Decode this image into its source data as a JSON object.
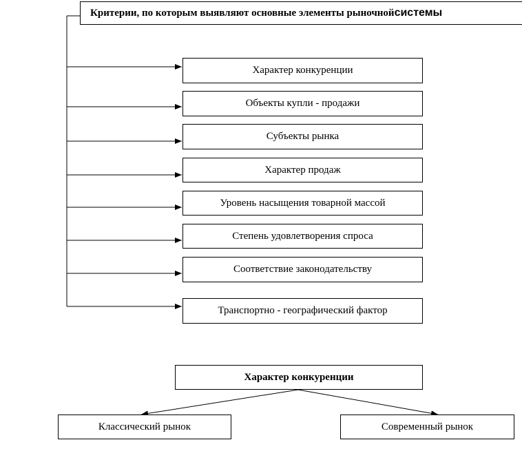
{
  "title": {
    "text": "Критерии, по которым выявляют основные элементы рыночной ",
    "tail": "системы"
  },
  "criteria": [
    "Характер конкуренции",
    "Объекты купли - продажи",
    "Субъекты рынка",
    "Характер продаж",
    "Уровень насыщения товарной массой",
    "Степень удовлетворения спроса",
    "Соответствие законодательству",
    "Транспортно - географический фактор"
  ],
  "competition": {
    "heading": "Характер конкуренции",
    "left": "Классический рынок",
    "right": "Современный рынок"
  }
}
